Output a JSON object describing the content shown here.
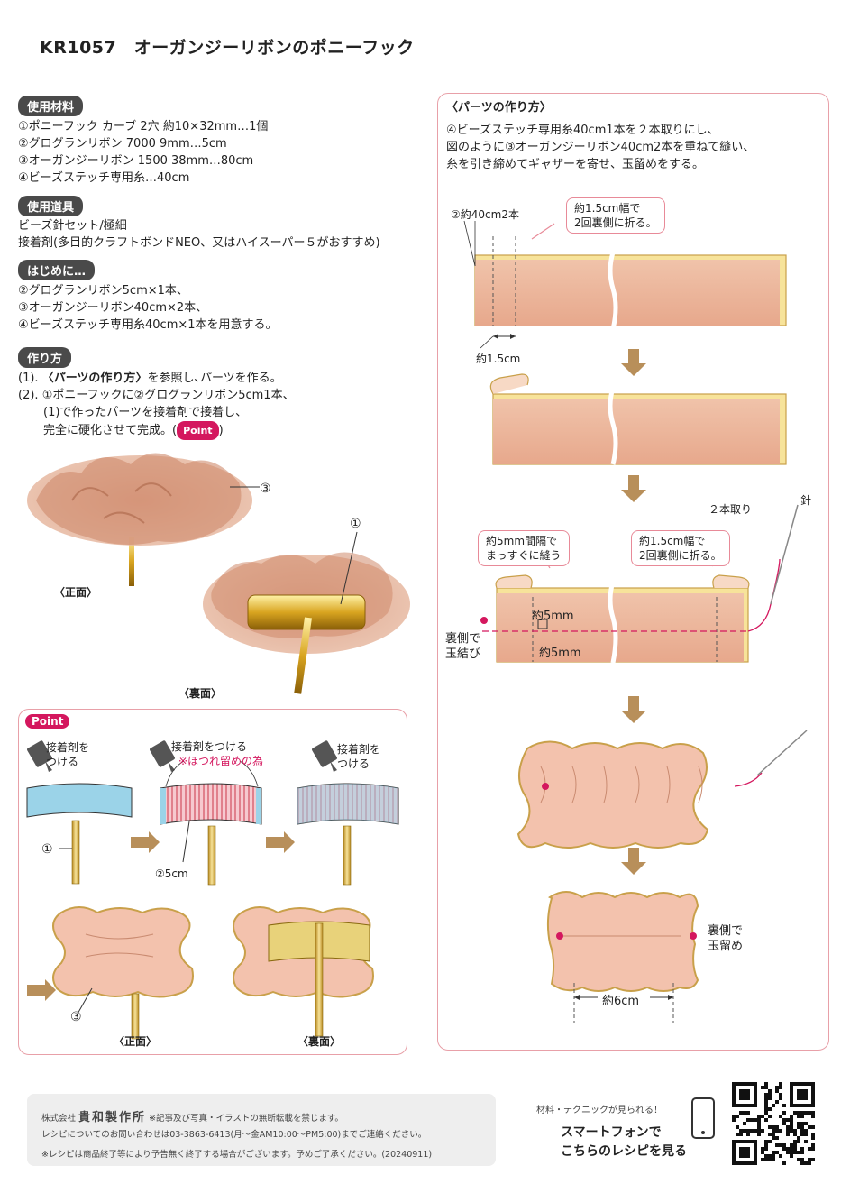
{
  "title": "KR1057　オーガンジーリボンのポニーフック",
  "materials": {
    "heading": "使用材料",
    "items": [
      "①ポニーフック カーブ 2穴 約10×32mm…1個",
      "②グログランリボン 7000 9mm…5cm",
      "③オーガンジーリボン 1500 38mm…80cm",
      "④ビーズステッチ専用糸…40cm"
    ]
  },
  "tools": {
    "heading": "使用道具",
    "items": [
      "ビーズ針セット/極細",
      "接着剤(多目的クラフトボンドNEO、又はハイスーパー５がおすすめ)"
    ]
  },
  "intro": {
    "heading": "はじめに…",
    "items": [
      "②グログランリボン5cm×1本、",
      "③オーガンジーリボン40cm×2本、",
      "④ビーズステッチ専用糸40cm×1本を用意する。"
    ]
  },
  "howto": {
    "heading": "作り方",
    "step1_num": "(1).",
    "step1_bold": "〈パーツの作り方〉",
    "step1_rest": "を参照し､パーツを作る。",
    "step2_num": "(2).",
    "step2_line1": "①ポニーフックに②グログランリボン5cm1本、",
    "step2_line2": "(1)で作ったパーツを接着剤で接着し、",
    "step2_line3": "完全に硬化させて完成。(",
    "step2_point": "Point",
    "step2_end": ")"
  },
  "photo": {
    "label_3": "③",
    "label_1": "①",
    "front": "〈正面〉",
    "back": "〈裏面〉"
  },
  "point": {
    "badge": "Point",
    "glue1_a": "接着剤を",
    "glue1_b": "つける",
    "glue2": "接着剤をつける",
    "glue2_note": "※ほつれ留めの為",
    "glue3_a": "接着剤を",
    "glue3_b": "つける",
    "label_1": "①",
    "label_5cm": "②5cm",
    "label_3": "③",
    "front": "〈正面〉",
    "back": "〈裏面〉"
  },
  "parts": {
    "heading": "〈パーツの作り方〉",
    "desc1": "④ビーズステッチ専用糸40cm1本を２本取りにし、",
    "desc2": "図のように③オーガンジーリボン40cm2本を重ねて縫い、",
    "desc3": "糸を引き締めてギャザーを寄せ、玉留めをする。",
    "lbl_2pcs": "②約40cm2本",
    "callout1_a": "約1.5cm幅で",
    "callout1_b": "2回裏側に折る。",
    "lbl_15cm": "約1.5cm",
    "lbl_2strand": "２本取り",
    "lbl_needle": "針",
    "callout2_a": "約5mm間隔で",
    "callout2_b": "まっすぐに縫う",
    "callout3_a": "約1.5cm幅で",
    "callout3_b": "2回裏側に折る。",
    "lbl_5mm_a": "約5mm",
    "lbl_5mm_b": "約5mm",
    "lbl_knot_a": "裏側で",
    "lbl_knot_b": "玉結び",
    "lbl_stop_a": "裏側で",
    "lbl_stop_b": "玉留め",
    "lbl_6cm": "約6cm"
  },
  "footer": {
    "company": "株式会社",
    "brand": "貴和製作所",
    "notice": "※記事及び写真・イラストの無断転載を禁じます。",
    "contact": "レシピについてのお問い合わせは03-3863-6413(月〜金AM10:00〜PM5:00)までご連絡ください。",
    "end_notice": "※レシピは商品終了等により予告無く終了する場合がございます。予めご了承ください。(20240911)"
  },
  "qr": {
    "caption": "材料・テクニックが見られる！",
    "line1": "スマートフォンで",
    "line2": "こちらのレシピを見る"
  }
}
